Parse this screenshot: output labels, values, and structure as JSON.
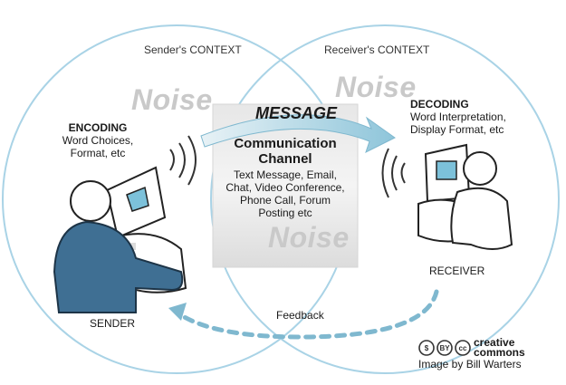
{
  "contexts": {
    "sender": "Sender's CONTEXT",
    "receiver": "Receiver's CONTEXT"
  },
  "noise": [
    "Noise",
    "Noise",
    "Noise"
  ],
  "message": "MESSAGE",
  "channel": {
    "title_line1": "Communication",
    "title_line2": "Channel",
    "lines": [
      "Text Message, Email,",
      "Chat, Video Conference,",
      "Phone Call, Forum",
      "Posting etc"
    ]
  },
  "encoding": {
    "title": "ENCODING",
    "lines": [
      "Word Choices,",
      "Format, etc"
    ]
  },
  "decoding": {
    "title": "DECODING",
    "lines": [
      "Word Interpretation,",
      "Display Format, etc"
    ]
  },
  "sender_label": "SENDER",
  "receiver_label": "RECEIVER",
  "feedback_label": "Feedback",
  "license": {
    "logo_text_line1": "creative",
    "logo_text_line2": "commons",
    "credit": "Image by Bill Warters"
  },
  "colors": {
    "circle": "#a9d3e6",
    "person": "#3f6f93",
    "arrow": "#7fb8cf",
    "noise": "#c9c9c9",
    "screen": "#7cc1da"
  }
}
